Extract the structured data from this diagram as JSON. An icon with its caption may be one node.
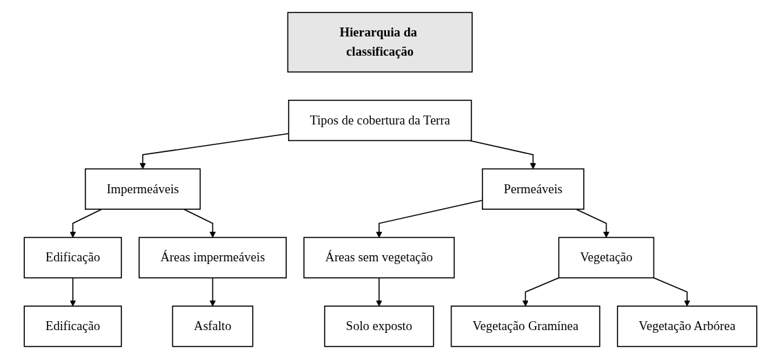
{
  "diagram": {
    "nodes": [
      {
        "text": [
          "Hierarquia da classificação"
        ]
      },
      {
        "text": [
          "Tipos de cobertura da Terra"
        ]
      },
      {
        "text": [
          "Impermeáveis"
        ]
      },
      {
        "text": [
          "Permeáveis"
        ]
      },
      {
        "text": [
          "Edificação"
        ]
      },
      {
        "text": [
          "Áreas impermeáveis"
        ]
      },
      {
        "text": [
          "Áreas sem vegetação"
        ]
      },
      {
        "text": [
          "Vegetação"
        ]
      },
      {
        "text": [
          "Edificação"
        ]
      },
      {
        "text": [
          "Asfalto"
        ]
      },
      {
        "text": [
          "Solo exposto"
        ]
      },
      {
        "text": [
          "Vegetação Gramínea"
        ]
      },
      {
        "text": [
          "Vegetação Arbórea"
        ]
      }
    ],
    "edges": [
      {
        "from": 1,
        "to": 2,
        "arrow": "to"
      },
      {
        "from": 1,
        "to": 3,
        "arrow": "to"
      },
      {
        "from": 2,
        "to": 4,
        "arrow": "to"
      },
      {
        "from": 2,
        "to": 5,
        "arrow": "to"
      },
      {
        "from": 3,
        "to": 6,
        "arrow": "to"
      },
      {
        "from": 3,
        "to": 7,
        "arrow": "to"
      },
      {
        "from": 4,
        "to": 8,
        "arrow": "to"
      },
      {
        "from": 5,
        "to": 9,
        "arrow": "to"
      },
      {
        "from": 6,
        "to": 10,
        "arrow": "to"
      },
      {
        "from": 7,
        "to": 11,
        "arrow": "to"
      },
      {
        "from": 7,
        "to": 12,
        "arrow": "to"
      }
    ]
  }
}
